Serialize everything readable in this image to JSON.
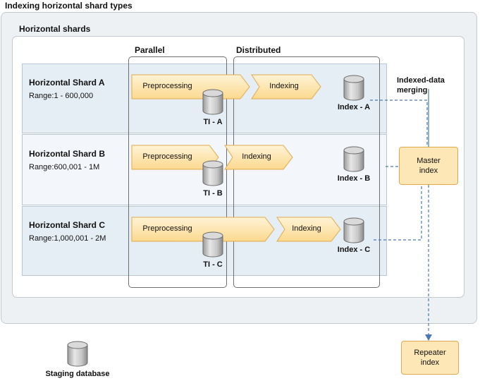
{
  "diagram": {
    "title": "Indexing horizontal shard types",
    "group_label": "Horizontal shards",
    "columns": {
      "parallel": "Parallel",
      "distributed": "Distributed"
    },
    "shards": [
      {
        "name": "Horizontal Shard A",
        "range": "Range:1 - 600,000",
        "preprocessing": "Preprocessing",
        "indexing": "Indexing",
        "ti_label": "TI - A",
        "index_label": "Index - A"
      },
      {
        "name": "Horizontal Shard B",
        "range": "Range:600,001 - 1M",
        "preprocessing": "Preprocessing",
        "indexing": "Indexing",
        "ti_label": "TI - B",
        "index_label": "Index - B"
      },
      {
        "name": "Horizontal Shard C",
        "range": "Range:1,000,001 - 2M",
        "preprocessing": "Preprocessing",
        "indexing": "Indexing",
        "ti_label": "TI - C",
        "index_label": "Index - C"
      }
    ],
    "merge_label_line1": "Indexed-data",
    "merge_label_line2": "merging",
    "master_index_line1": "Master",
    "master_index_line2": "index",
    "repeater_index_line1": "Repeater",
    "repeater_index_line2": "index",
    "staging_label": "Staging database"
  },
  "colors": {
    "arrow_fill": "#fde7b6",
    "arrow_stroke": "#e1a94d",
    "connector": "#4a78b5",
    "band": "#e6eef5"
  },
  "icons": [
    "database-cylinder-icon",
    "process-arrow-icon"
  ]
}
